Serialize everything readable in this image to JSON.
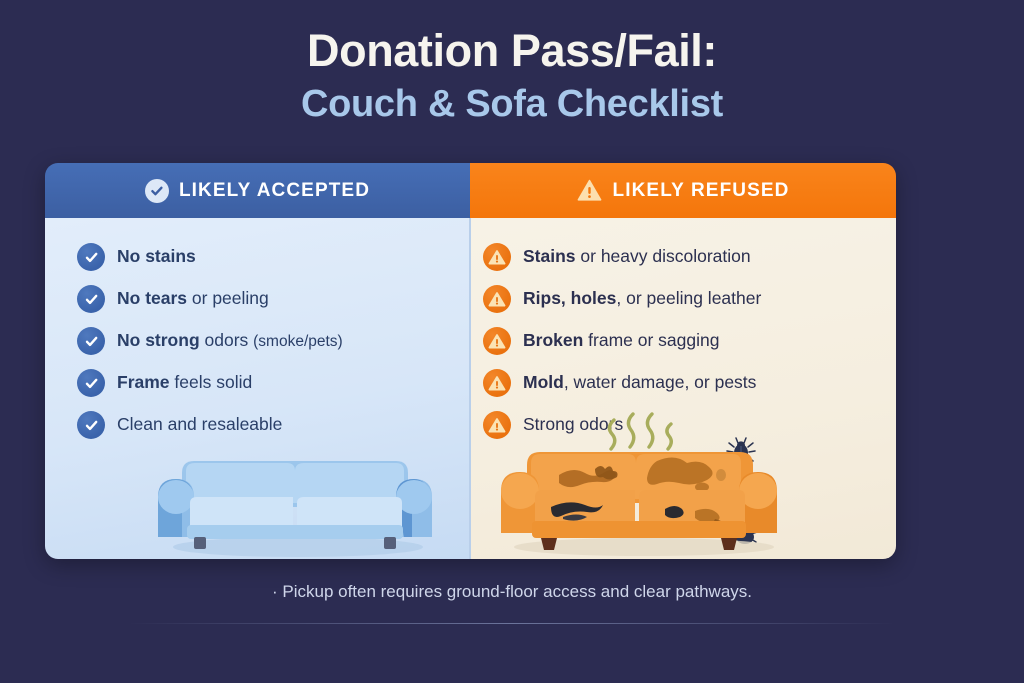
{
  "title": {
    "main": "Donation Pass/Fail:",
    "sub": "Couch & Sofa Checklist"
  },
  "colors": {
    "background": "#2c2c52",
    "accepted_header": "#3c5fa2",
    "refused_header": "#f4760b",
    "accepted_panel": "#d7e6f8",
    "refused_panel": "#f5eedf",
    "title_main": "#f6f4ee",
    "title_sub": "#a8c8ea",
    "check_icon": "#3a63ab",
    "warn_icon": "#ea720f",
    "sofa_good": "#a8cdf0",
    "sofa_bad": "#f0922f",
    "footer_text": "#cfd6ea"
  },
  "columns": {
    "accepted": {
      "header_label": "LIKELY ACCEPTED",
      "header_icon": "check-circle-icon",
      "item_icon": "check-circle-icon",
      "items": [
        {
          "bold": "No stains",
          "rest": "",
          "small": ""
        },
        {
          "bold": "No tears",
          "rest": " or peeling",
          "small": ""
        },
        {
          "bold": "No strong",
          "rest": " odors ",
          "small": "(smoke/pets)"
        },
        {
          "bold": "Frame",
          "rest": " feels solid",
          "small": ""
        },
        {
          "bold": "",
          "rest": "Clean and resaleable",
          "small": ""
        }
      ],
      "illustration": "clean-blue-sofa"
    },
    "refused": {
      "header_label": "LIKELY REFUSED",
      "header_icon": "warning-triangle-icon",
      "item_icon": "warning-circle-icon",
      "items": [
        {
          "bold": "Stains",
          "rest": " or heavy discoloration",
          "small": ""
        },
        {
          "bold": "Rips, holes",
          "rest": ", or peeling leather",
          "small": ""
        },
        {
          "bold": "Broken",
          "rest": " frame or sagging",
          "small": ""
        },
        {
          "bold": "Mold",
          "rest": ", water damage, or pests",
          "small": ""
        },
        {
          "bold": "",
          "rest": "Strong odors",
          "small": ""
        }
      ],
      "illustration": "damaged-orange-sofa",
      "extras": [
        "odor-squiggles",
        "bug-icon",
        "bug-icon"
      ]
    }
  },
  "footer": {
    "note": "· Pickup often requires ground-floor access and clear pathways."
  }
}
